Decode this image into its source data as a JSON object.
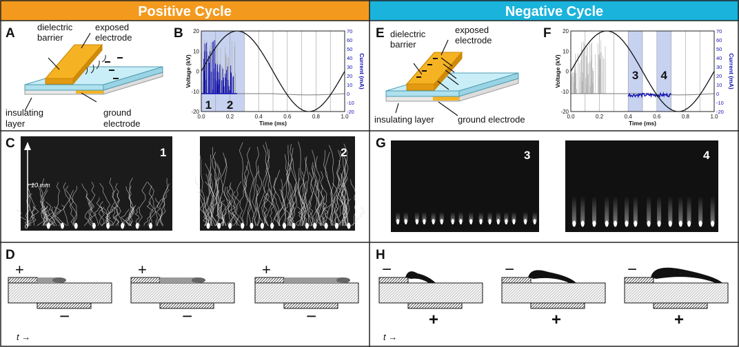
{
  "headers": {
    "left": "Positive Cycle",
    "right": "Negative Cycle"
  },
  "colors": {
    "left_header": "#f39a1e",
    "right_header": "#1ab3db",
    "electrode": "#f5b324",
    "dielectric": "#c9eef7",
    "current": "#1010b0",
    "shade": "#b9c7ee"
  },
  "panel_letters": [
    "A",
    "B",
    "C",
    "D",
    "E",
    "F",
    "G",
    "H"
  ],
  "schematic_labels": {
    "A": {
      "dielectric": "dielectric\nbarrier",
      "exposed": "exposed\nelectrode",
      "insulating": "insulating\nlayer",
      "ground": "ground\nelectrode"
    },
    "E": {
      "dielectric": "dielectric\nbarrier",
      "exposed": "exposed\nelectrode",
      "insulating": "insulating layer",
      "ground": "ground electrode"
    }
  },
  "chart_data": [
    {
      "type": "line",
      "panel": "B",
      "xlabel": "Time (ms)",
      "ylabel": "Voltage (kV)",
      "y2label": "Current (mA)",
      "xlim": [
        0.0,
        1.0
      ],
      "ylim": [
        -20,
        20
      ],
      "y2lim": [
        -20,
        70
      ],
      "xticks": [
        "0.0",
        "0.2",
        "0.4",
        "0.6",
        "0.8",
        "1.0"
      ],
      "yticks": [
        "20",
        "10",
        "0",
        "-10",
        "-20"
      ],
      "y2ticks": [
        "70",
        "60",
        "50",
        "40",
        "30",
        "20",
        "10",
        "0",
        "-10",
        "-20"
      ],
      "voltage_amplitude": 20,
      "shaded_windows": [
        [
          0.0,
          0.1
        ],
        [
          0.1,
          0.3
        ]
      ],
      "window_labels": [
        "1",
        "2"
      ],
      "pulse_window": [
        0.0,
        0.25
      ]
    },
    {
      "type": "line",
      "panel": "F",
      "xlabel": "Time (ms)",
      "ylabel": "Voltage (kV)",
      "y2label": "Current (mA)",
      "xlim": [
        0.0,
        1.0
      ],
      "ylim": [
        -20,
        20
      ],
      "y2lim": [
        -20,
        70
      ],
      "xticks": [
        "0.0",
        "0.2",
        "0.4",
        "0.6",
        "0.8",
        "1.0"
      ],
      "yticks": [
        "20",
        "10",
        "0",
        "-10",
        "-20"
      ],
      "y2ticks": [
        "70",
        "60",
        "50",
        "40",
        "30",
        "20",
        "10",
        "0",
        "-10",
        "-20"
      ],
      "voltage_amplitude": 20,
      "shaded_windows": [
        [
          0.4,
          0.5
        ],
        [
          0.6,
          0.7
        ]
      ],
      "window_labels": [
        "3",
        "4"
      ],
      "pulse_window": [
        0.0,
        0.25
      ]
    }
  ],
  "photos": {
    "C1": "1",
    "C2": "2",
    "G3": "3",
    "G4": "4",
    "scale_label": "10 mm",
    "zero_label": "0"
  },
  "sequence": {
    "D_top": "+",
    "D_bottom": "−",
    "H_top": "−",
    "H_bottom": "+",
    "time_label": "t →"
  }
}
